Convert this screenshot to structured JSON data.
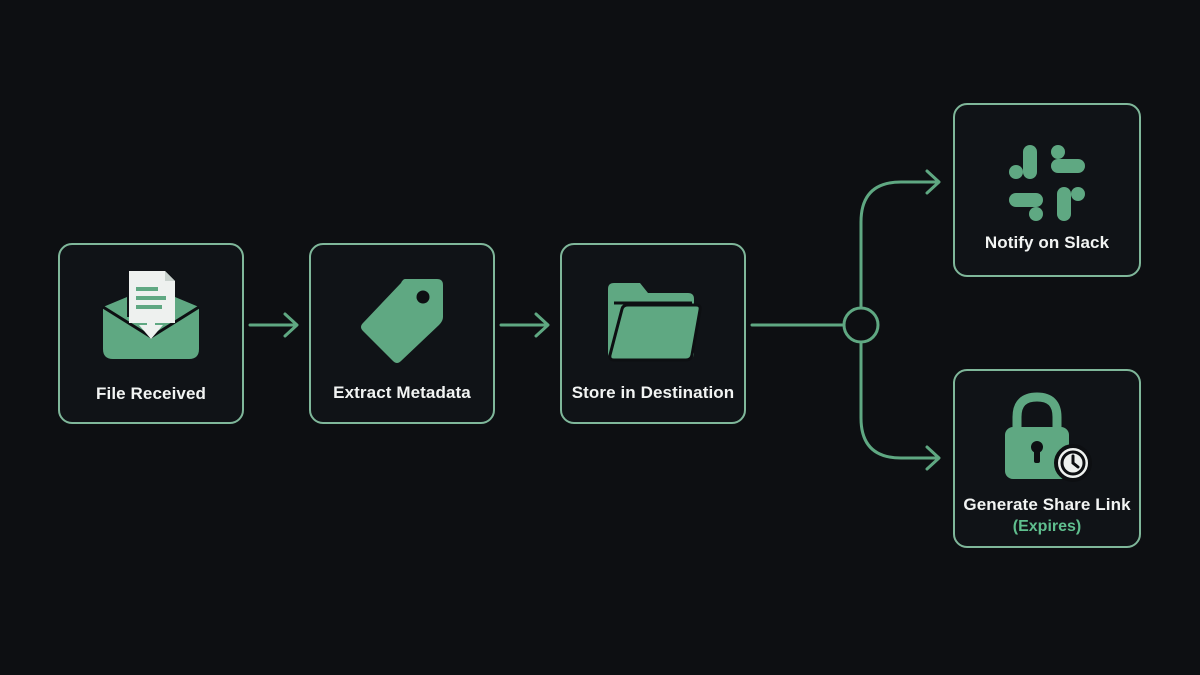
{
  "colors": {
    "background": "#0d0f12",
    "accent": "#5fa882",
    "border": "#7fb79a",
    "text": "#f2f4f3",
    "sublabel": "#5fbf8e"
  },
  "nodes": {
    "file_received": {
      "label": "File Received",
      "icon": "inbox-download-icon"
    },
    "extract_metadata": {
      "label": "Extract Metadata",
      "icon": "tag-icon"
    },
    "store_destination": {
      "label": "Store in Destination",
      "icon": "folder-icon"
    },
    "notify_slack": {
      "label": "Notify on Slack",
      "icon": "slack-icon"
    },
    "share_link": {
      "label": "Generate Share Link",
      "sublabel": "(Expires)",
      "icon": "lock-clock-icon"
    }
  },
  "edges": [
    {
      "from": "File Received",
      "to": "Extract Metadata"
    },
    {
      "from": "Extract Metadata",
      "to": "Store in Destination"
    },
    {
      "from": "Store in Destination",
      "to": "branch"
    },
    {
      "from": "branch",
      "to": "Notify on Slack"
    },
    {
      "from": "branch",
      "to": "Generate Share Link"
    }
  ]
}
